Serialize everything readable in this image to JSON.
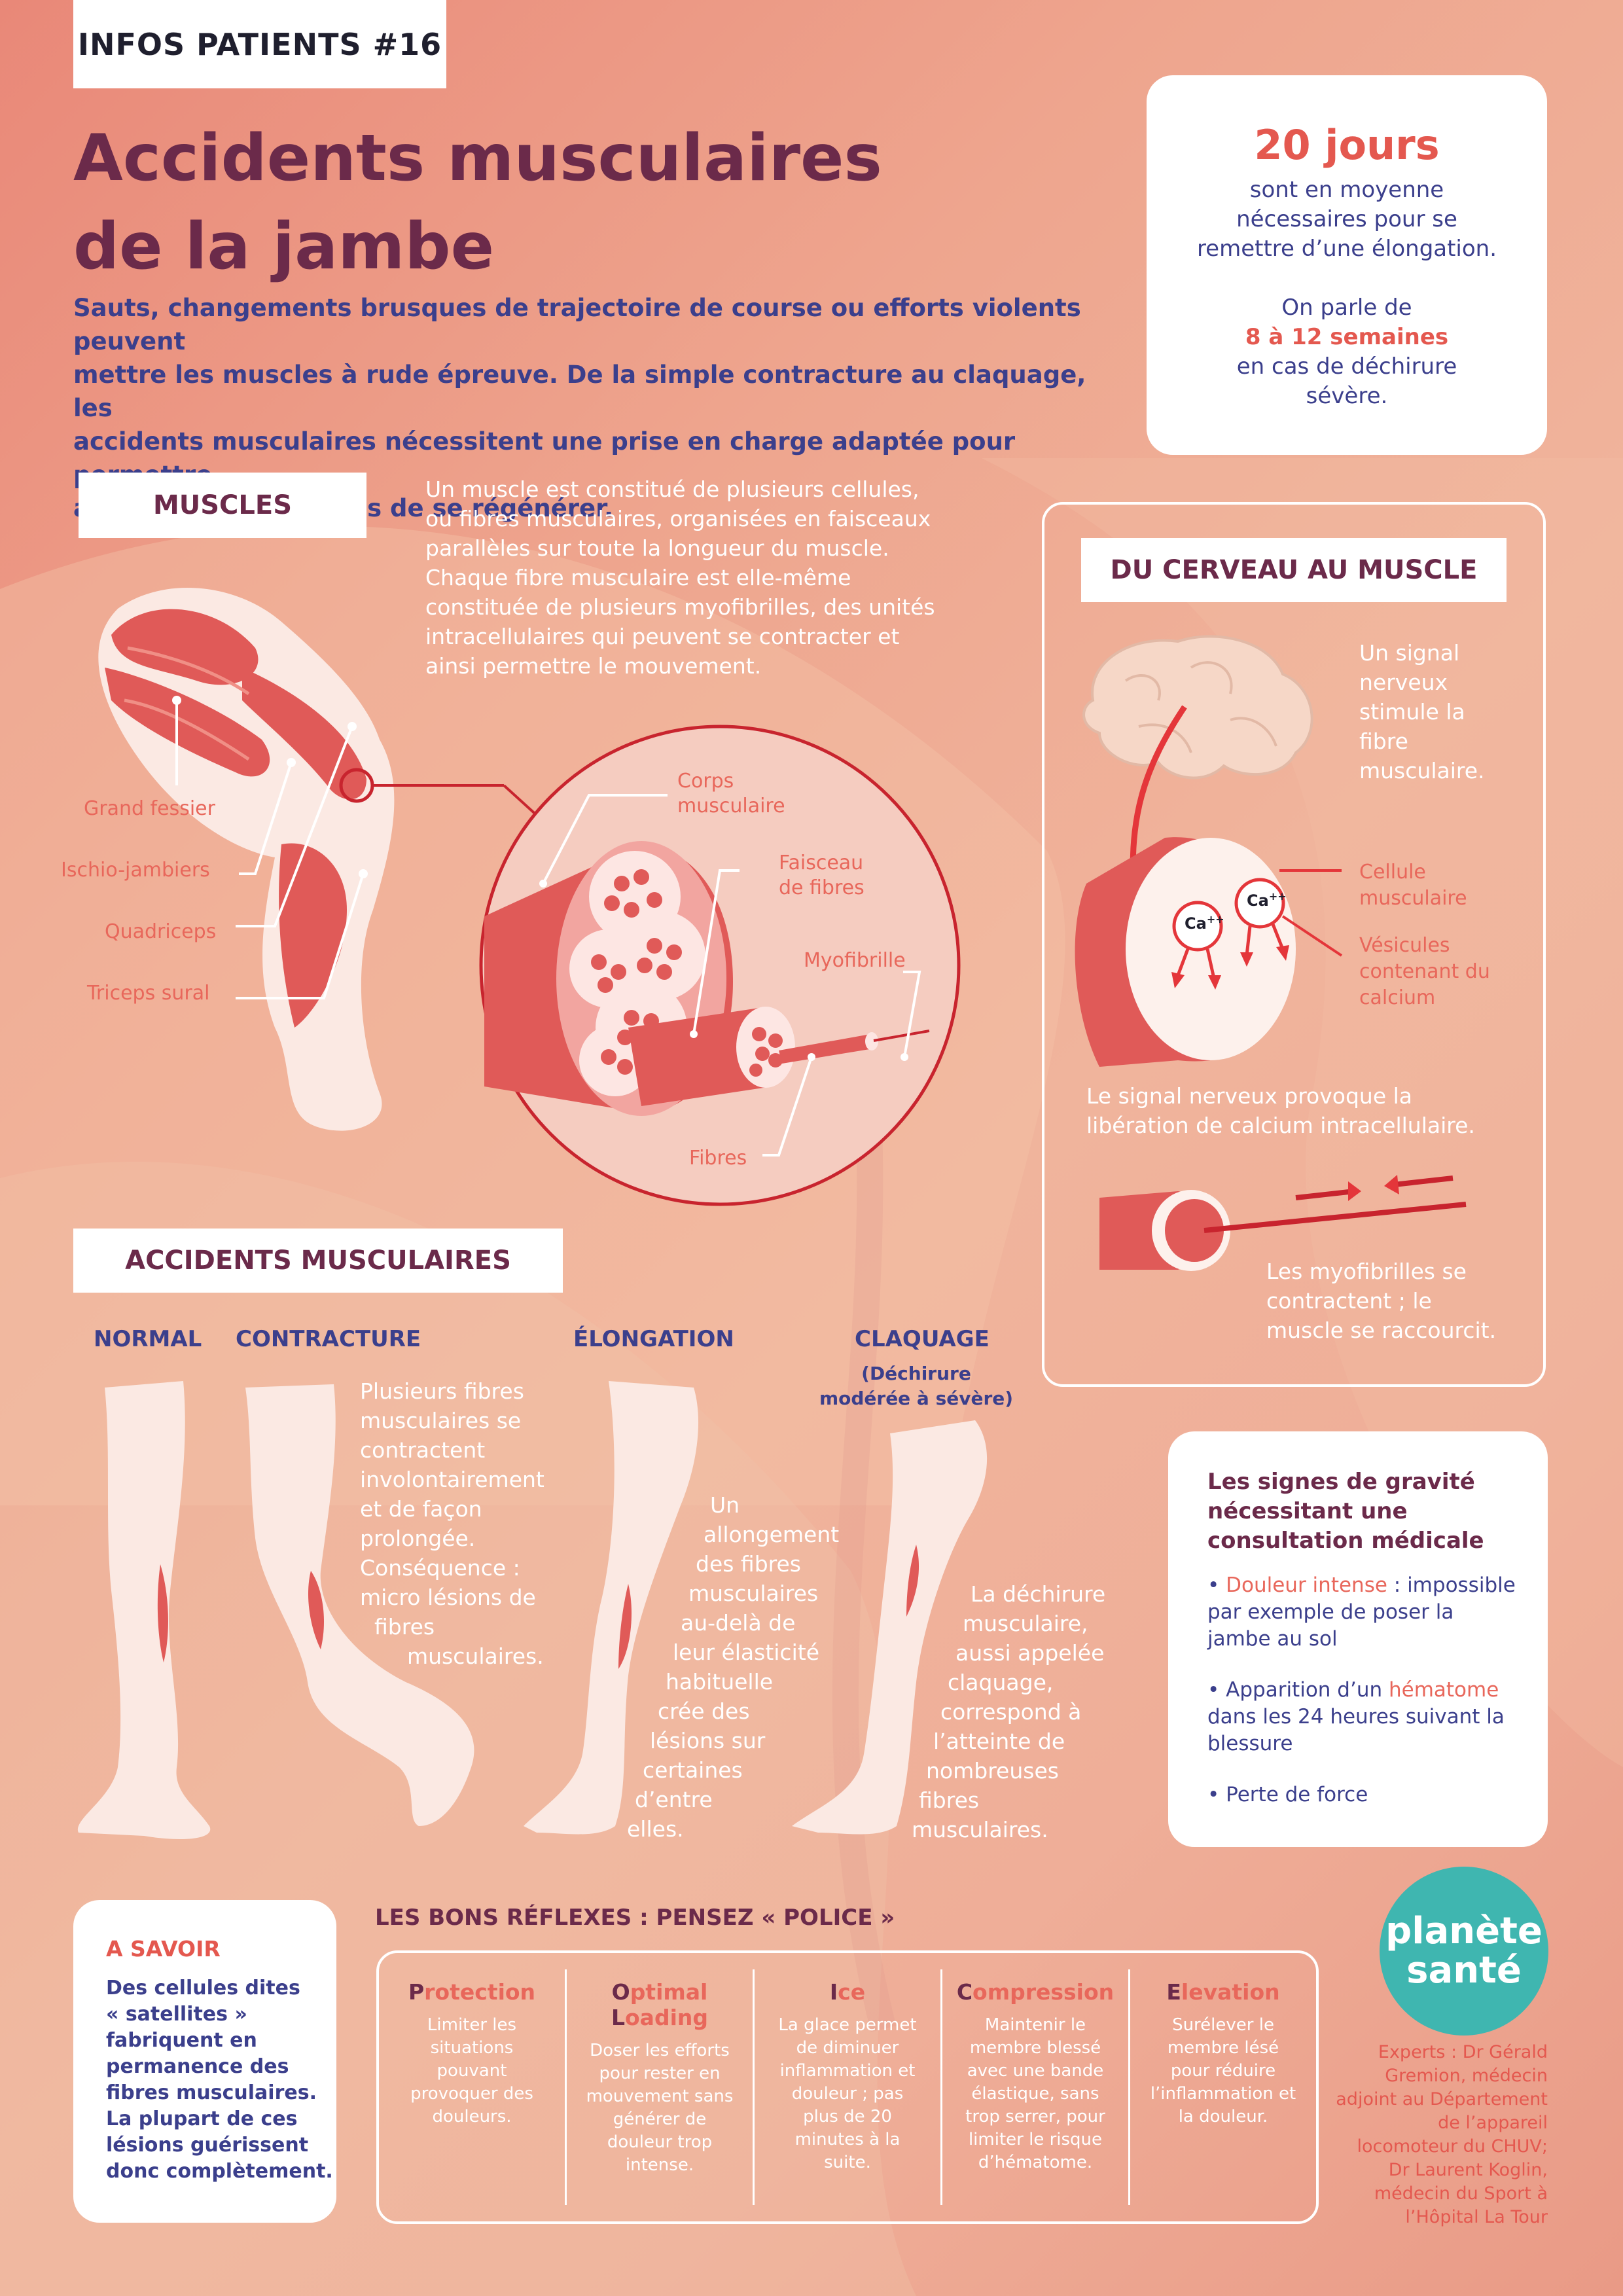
{
  "header": {
    "badge": "INFOS PATIENTS #16",
    "title_line1": "Accidents musculaires",
    "title_line2": "de la jambe",
    "intro_lines": [
      "Sauts, changements brusques de trajectoire de course ou efforts violents peuvent",
      "mettre les muscles à rude épreuve. De la simple contracture au claquage, les",
      "accidents musculaires nécessitent une prise en charge adaptée pour permettre",
      "aux fibres musculaires de se régénérer."
    ]
  },
  "recovery_box": {
    "big": "20 jours",
    "lines1": [
      "sont en moyenne",
      "nécessaires pour se",
      "remettre d’une élongation."
    ],
    "line2": "On parle de",
    "highlight": "8 à 12 semaines",
    "lines3": [
      "en cas de déchirure",
      "sévère."
    ]
  },
  "muscles": {
    "title": "MUSCLES",
    "description_lines": [
      "Un muscle est constitué de plusieurs cellules,",
      "ou fibres musculaires, organisées en faisceaux",
      "parallèles sur toute la longueur du muscle.",
      "Chaque fibre musculaire est elle-même",
      "constituée de plusieurs myofibrilles, des unités",
      "intracellulaires qui peuvent se contracter et",
      "ainsi permettre le mouvement."
    ],
    "leg_labels": [
      "Grand fessier",
      "Ischio-jambiers",
      "Quadriceps",
      "Triceps sural"
    ],
    "zoom_labels": {
      "corps_1": "Corps",
      "corps_2": "musculaire",
      "faisceau_1": "Faisceau",
      "faisceau_2": "de fibres",
      "myofibrille": "Myofibrille",
      "fibres": "Fibres"
    }
  },
  "brain": {
    "title": "DU CERVEAU AU MUSCLE",
    "signal_lines": [
      "Un signal",
      "nerveux",
      "stimule la",
      "fibre",
      "musculaire."
    ],
    "cellule_1": "Cellule",
    "cellule_2": "musculaire",
    "vesicules_lines": [
      "Vésicules",
      "contenant du",
      "calcium"
    ],
    "ca_label": "Ca",
    "ca_sup": "++",
    "calcium_lines": [
      "Le signal nerveux provoque la",
      "libération de calcium intracellulaire."
    ],
    "contract_lines": [
      "Les myofibrilles se",
      "contractent ; le",
      "muscle se raccourcit."
    ]
  },
  "accidents": {
    "title": "ACCIDENTS MUSCULAIRES",
    "normal": "NORMAL",
    "contracture": "CONTRACTURE",
    "elongation": "ÉLONGATION",
    "claquage": "CLAQUAGE",
    "claquage_sub1": "(Déchirure",
    "claquage_sub2": "modérée à sévère)",
    "contracture_lines": [
      "Plusieurs fibres",
      "musculaires se",
      "contractent",
      "involontairement",
      "et de façon",
      "prolongée.",
      "Conséquence :",
      "micro lésions de",
      "fibres",
      "musculaires."
    ],
    "elongation_lines": [
      "Un",
      "allongement",
      "des fibres",
      "musculaires",
      "au-delà de",
      "leur élasticité",
      "habituelle",
      "crée des",
      "lésions sur",
      "certaines",
      "d’entre",
      "elles."
    ],
    "claquage_lines": [
      "La déchirure",
      "musculaire,",
      "aussi appelée",
      "claquage,",
      "correspond à",
      "l’atteinte de",
      "nombreuses",
      "fibres",
      "musculaires."
    ]
  },
  "signs": {
    "title_lines": [
      "Les signes de gravité",
      "nécessitant une",
      "consultation médicale"
    ],
    "item1_red": "Douleur intense",
    "item1_rest": " : impossible",
    "item1_l2": "par exemple de poser la",
    "item1_l3": "jambe au sol",
    "item2_pre": "Apparition d’un ",
    "item2_red": "hématome",
    "item2_l2": "dans les 24 heures suivant la",
    "item2_l3": "blessure",
    "item3": "Perte de force"
  },
  "savoir": {
    "title": "A SAVOIR",
    "lines": [
      "Des cellules dites",
      "« satellites »",
      "fabriquent en",
      "permanence des",
      "fibres musculaires.",
      "La plupart de ces",
      "lésions guérissent",
      "donc complètement."
    ]
  },
  "reflexes": {
    "title": "LES BONS RÉFLEXES : PENSEZ « POLICE »",
    "items": [
      {
        "initial": "P",
        "rest": "rotection",
        "initial2": "",
        "rest2": "",
        "text": [
          "Limiter les",
          "situations",
          "pouvant",
          "provoquer des",
          "douleurs."
        ]
      },
      {
        "initial": "O",
        "rest": "ptimal",
        "initial2": "L",
        "rest2": "oading",
        "text": [
          "Doser les efforts",
          "pour rester en",
          "mouvement sans",
          "générer de",
          "douleur trop",
          "intense."
        ]
      },
      {
        "initial": "I",
        "rest": "ce",
        "initial2": "",
        "rest2": "",
        "text": [
          "La glace permet",
          "de diminuer",
          "inflammation et",
          "douleur ; pas",
          "plus de 20",
          "minutes à la",
          "suite."
        ]
      },
      {
        "initial": "C",
        "rest": "ompression",
        "initial2": "",
        "rest2": "",
        "text": [
          "Maintenir le",
          "membre blessé",
          "avec une bande",
          "élastique, sans",
          "trop serrer, pour",
          "limiter le risque",
          "d’hématome."
        ]
      },
      {
        "initial": "E",
        "rest": "levation",
        "initial2": "",
        "rest2": "",
        "text": [
          "Surélever le",
          "membre lésé",
          "pour réduire",
          "l’inflammation et",
          "la douleur."
        ]
      }
    ]
  },
  "logo": {
    "line1": "planète",
    "line2": "santé",
    "color": "#3fb6b0"
  },
  "experts": [
    "Experts : Dr Gérald",
    "Gremion, médecin",
    "adjoint au Département",
    "de l’appareil",
    "locomoteur du CHUV;",
    "Dr Laurent Koglin,",
    "médecin du Sport  à",
    "l’Hôpital La Tour"
  ],
  "colors": {
    "plum": "#6b2a4a",
    "navy": "#3b3f8c",
    "red": "#e4584f",
    "muscle": "#e05a58",
    "teal": "#3fb6b0"
  }
}
